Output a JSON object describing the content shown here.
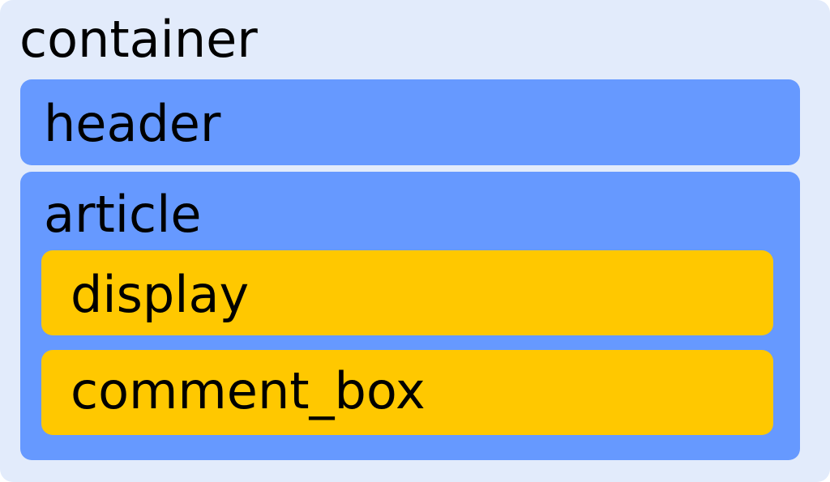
{
  "colors": {
    "container_bg": "#e2ebfb",
    "blue_box": "#6699ff",
    "yellow_box": "#ffc800",
    "text": "#000000"
  },
  "boxes": {
    "container": "container",
    "header": "header",
    "article": "article",
    "display": "display",
    "comment_box": "comment_box"
  }
}
